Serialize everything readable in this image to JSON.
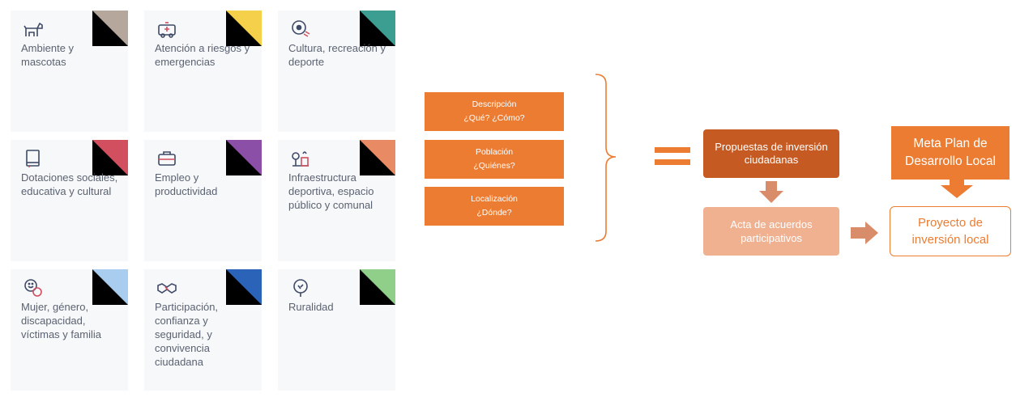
{
  "categories": [
    {
      "label": "Ambiente y mascotas",
      "icon": "dog-icon",
      "color": "#b5a79b"
    },
    {
      "label": "Atención a riesgos y emergencias",
      "icon": "ambulance-icon",
      "color": "#f5d04a"
    },
    {
      "label": "Cultura, recreación y deporte",
      "icon": "soccer-ball-icon",
      "color": "#3c9e90"
    },
    {
      "label": "Dotaciones sociales, educativa y cultural",
      "icon": "book-icon",
      "color": "#d14f5e"
    },
    {
      "label": "Empleo y productividad",
      "icon": "briefcase-icon",
      "color": "#8c4fa8"
    },
    {
      "label": "Infraestructura deportiva, espacio público y comunal",
      "icon": "park-icon",
      "color": "#e88a63"
    },
    {
      "label": "Mujer, género, discapacidad, víctimas y familia",
      "icon": "faces-icon",
      "color": "#a9cdee"
    },
    {
      "label": "Participación, confianza y seguridad, y convivencia ciudadana",
      "icon": "handshake-icon",
      "color": "#2a63b8"
    },
    {
      "label": "Ruralidad",
      "icon": "tree-icon",
      "color": "#8fcf8a"
    }
  ],
  "questions": [
    {
      "title": "Descripción",
      "sub": "¿Qué? ¿Cómo?"
    },
    {
      "title": "Población",
      "sub": "¿Quiénes?"
    },
    {
      "title": "Localización",
      "sub": "¿Dónde?"
    }
  ],
  "flow": {
    "proposals": "Propuestas de inversión ciudadanas",
    "acta": "Acta de acuerdos participativos",
    "meta": "Meta Plan de Desarrollo Local",
    "project": "Proyecto de inversión local"
  },
  "colors": {
    "orange": "#ec7c31",
    "dark_orange": "#c55a22",
    "light_orange": "#f0b190",
    "arrow_muted": "#d98c6a"
  }
}
